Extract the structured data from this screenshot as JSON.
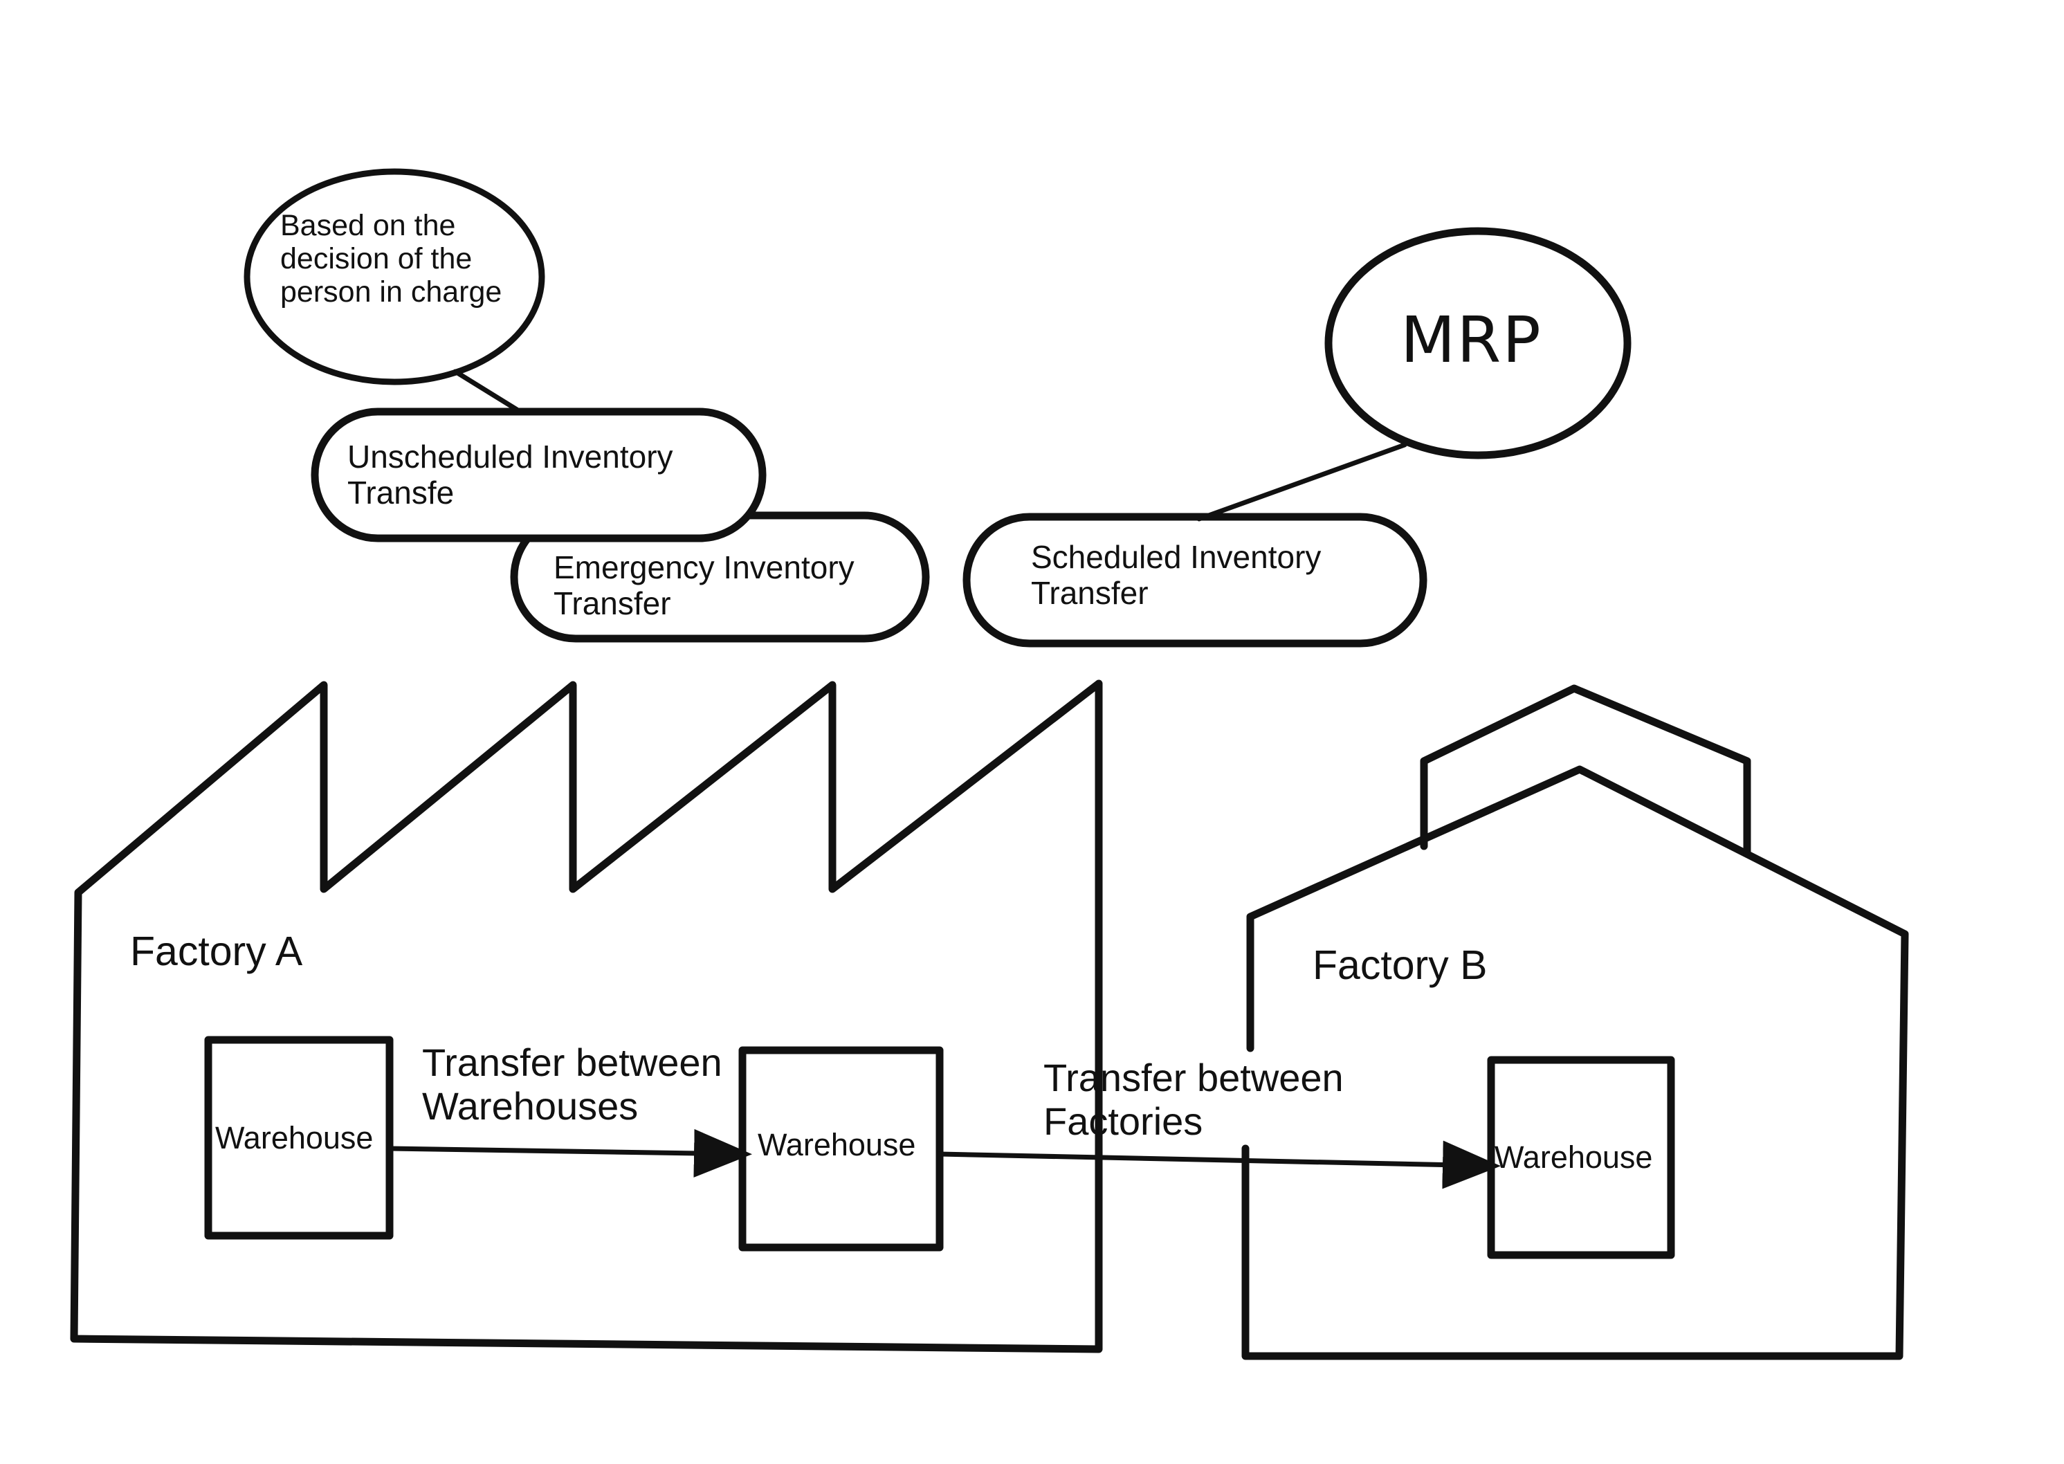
{
  "bubbles": {
    "decision_note": "Based on the\ndecision of the\nperson in charge",
    "mrp": "MRP",
    "unscheduled": "Unscheduled Inventory\nTransfe",
    "emergency": "Emergency Inventory\nTransfer",
    "scheduled": "Scheduled Inventory\nTransfer"
  },
  "factories": {
    "a_label": "Factory A",
    "b_label": "Factory B"
  },
  "warehouses": {
    "a1": "Warehouse",
    "a2": "Warehouse",
    "b1": "Warehouse"
  },
  "transfers": {
    "between_warehouses": "Transfer between\nWarehouses",
    "between_factories": "Transfer between\nFactories"
  },
  "colors": {
    "ink": "#111111",
    "background": "#ffffff"
  }
}
